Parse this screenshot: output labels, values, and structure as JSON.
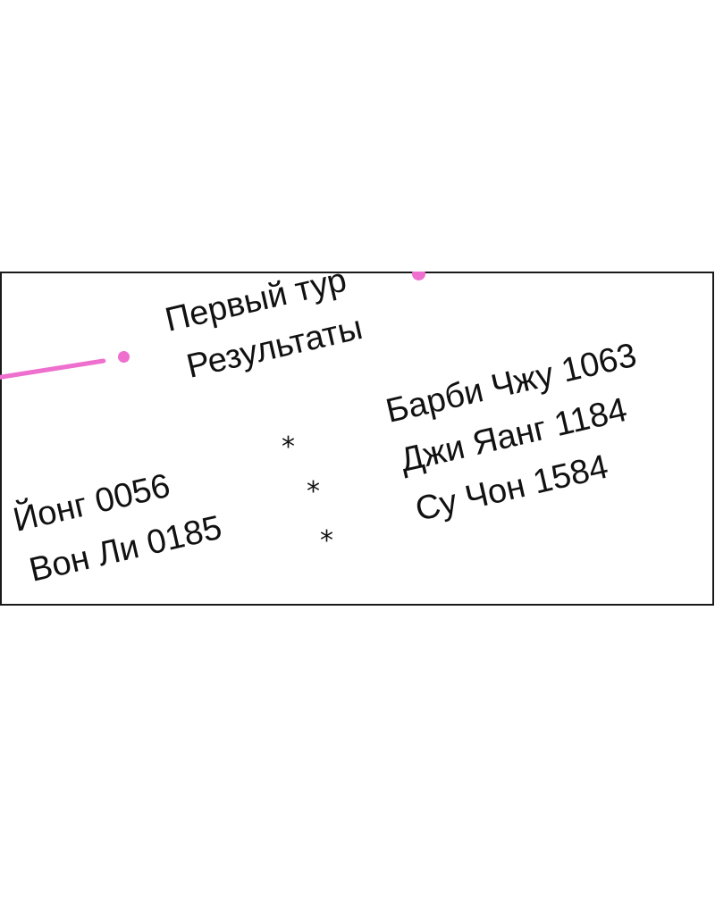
{
  "colors": {
    "accent": "#ee6fce",
    "text": "#111111",
    "border": "#1a1a1a"
  },
  "panel": {
    "title_line1": "Первый тур",
    "title_line2": "Результаты",
    "right_results": [
      "Барби Чжу 1063",
      "Джи Яанг 1184",
      "Су Чон 1584"
    ],
    "left_results": [
      "Йонг  0056",
      "Вон Ли 0185"
    ],
    "separators": [
      "*",
      "*",
      "*"
    ]
  }
}
